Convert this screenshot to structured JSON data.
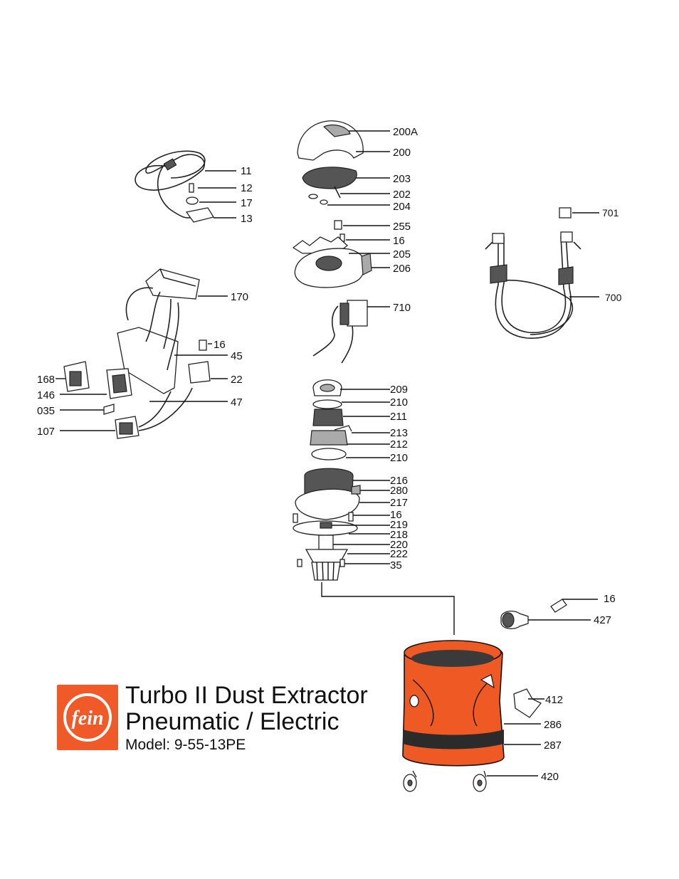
{
  "title": {
    "line1": "Turbo II Dust Extractor",
    "line2": "Pneumatic / Electric",
    "line3": "Model: 9-55-13PE"
  },
  "logo": {
    "icon": "fein-logo-icon",
    "text": "fein",
    "color": "#f05a28"
  },
  "colors": {
    "canister": "#ef5a24",
    "ink": "#111111",
    "background": "#ffffff"
  },
  "labels": [
    {
      "id": "p11",
      "text": "11"
    },
    {
      "id": "p12",
      "text": "12"
    },
    {
      "id": "p17",
      "text": "17"
    },
    {
      "id": "p13",
      "text": "13"
    },
    {
      "id": "p200A",
      "text": "200A"
    },
    {
      "id": "p200",
      "text": "200"
    },
    {
      "id": "p203",
      "text": "203"
    },
    {
      "id": "p202",
      "text": "202"
    },
    {
      "id": "p204",
      "text": "204"
    },
    {
      "id": "p255",
      "text": "255"
    },
    {
      "id": "p16a",
      "text": "16"
    },
    {
      "id": "p205",
      "text": "205"
    },
    {
      "id": "p206",
      "text": "206"
    },
    {
      "id": "p710",
      "text": "710"
    },
    {
      "id": "p701",
      "text": "701"
    },
    {
      "id": "p700",
      "text": "700"
    },
    {
      "id": "p170",
      "text": "170"
    },
    {
      "id": "p16b",
      "text": "16"
    },
    {
      "id": "p45",
      "text": "45"
    },
    {
      "id": "p22",
      "text": "22"
    },
    {
      "id": "p168",
      "text": "168"
    },
    {
      "id": "p146",
      "text": "146"
    },
    {
      "id": "p035",
      "text": "035"
    },
    {
      "id": "p47",
      "text": "47"
    },
    {
      "id": "p107",
      "text": "107"
    },
    {
      "id": "p209",
      "text": "209"
    },
    {
      "id": "p210a",
      "text": "210"
    },
    {
      "id": "p211",
      "text": "211"
    },
    {
      "id": "p213",
      "text": "213"
    },
    {
      "id": "p212",
      "text": "212"
    },
    {
      "id": "p210b",
      "text": "210"
    },
    {
      "id": "p216",
      "text": "216"
    },
    {
      "id": "p280",
      "text": "280"
    },
    {
      "id": "p217",
      "text": "217"
    },
    {
      "id": "p16c",
      "text": "16"
    },
    {
      "id": "p219",
      "text": "219"
    },
    {
      "id": "p218",
      "text": "218"
    },
    {
      "id": "p220",
      "text": "220"
    },
    {
      "id": "p222",
      "text": "222"
    },
    {
      "id": "p35",
      "text": "35"
    },
    {
      "id": "p16d",
      "text": "16"
    },
    {
      "id": "p427",
      "text": "427"
    },
    {
      "id": "p412",
      "text": "412"
    },
    {
      "id": "p286",
      "text": "286"
    },
    {
      "id": "p287",
      "text": "287"
    },
    {
      "id": "p420",
      "text": "420"
    }
  ]
}
